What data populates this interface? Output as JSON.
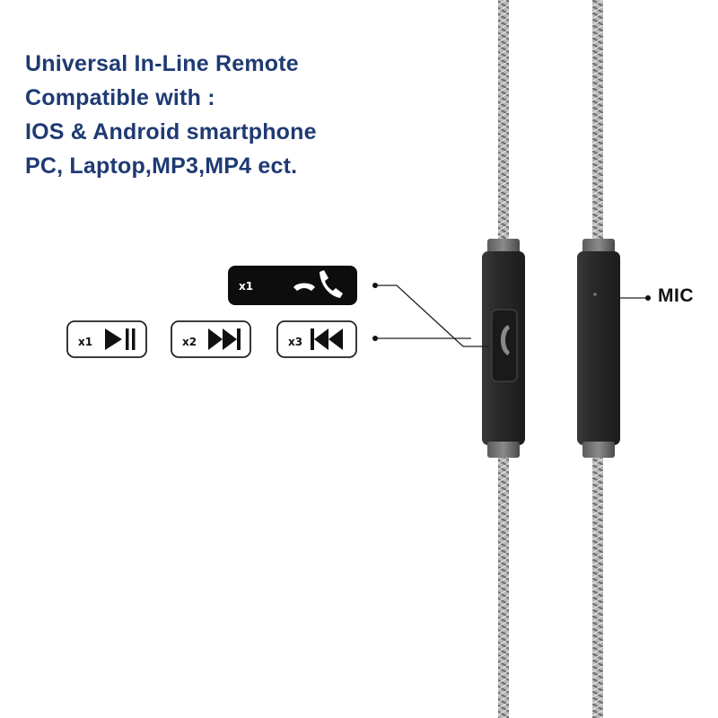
{
  "headline": {
    "line1": "Universal In-Line Remote",
    "line2": "Compatible with :",
    "line3": "IOS & Android smartphone",
    "line4": "PC, Laptop,MP3,MP4 ect."
  },
  "call_button": {
    "press_count": "x1",
    "icons": [
      "hang-up-icon",
      "answer-call-icon"
    ]
  },
  "media_buttons": [
    {
      "press_count": "x1",
      "icon": "play-pause-icon"
    },
    {
      "press_count": "x2",
      "icon": "next-track-icon"
    },
    {
      "press_count": "x3",
      "icon": "previous-track-icon"
    }
  ],
  "mic": {
    "label": "MIC"
  },
  "colors": {
    "headline": "#1f3a73",
    "remote_body": "#2b2b2b",
    "cable": "#9a9a9a",
    "badge_dark": "#0d0d0d"
  }
}
